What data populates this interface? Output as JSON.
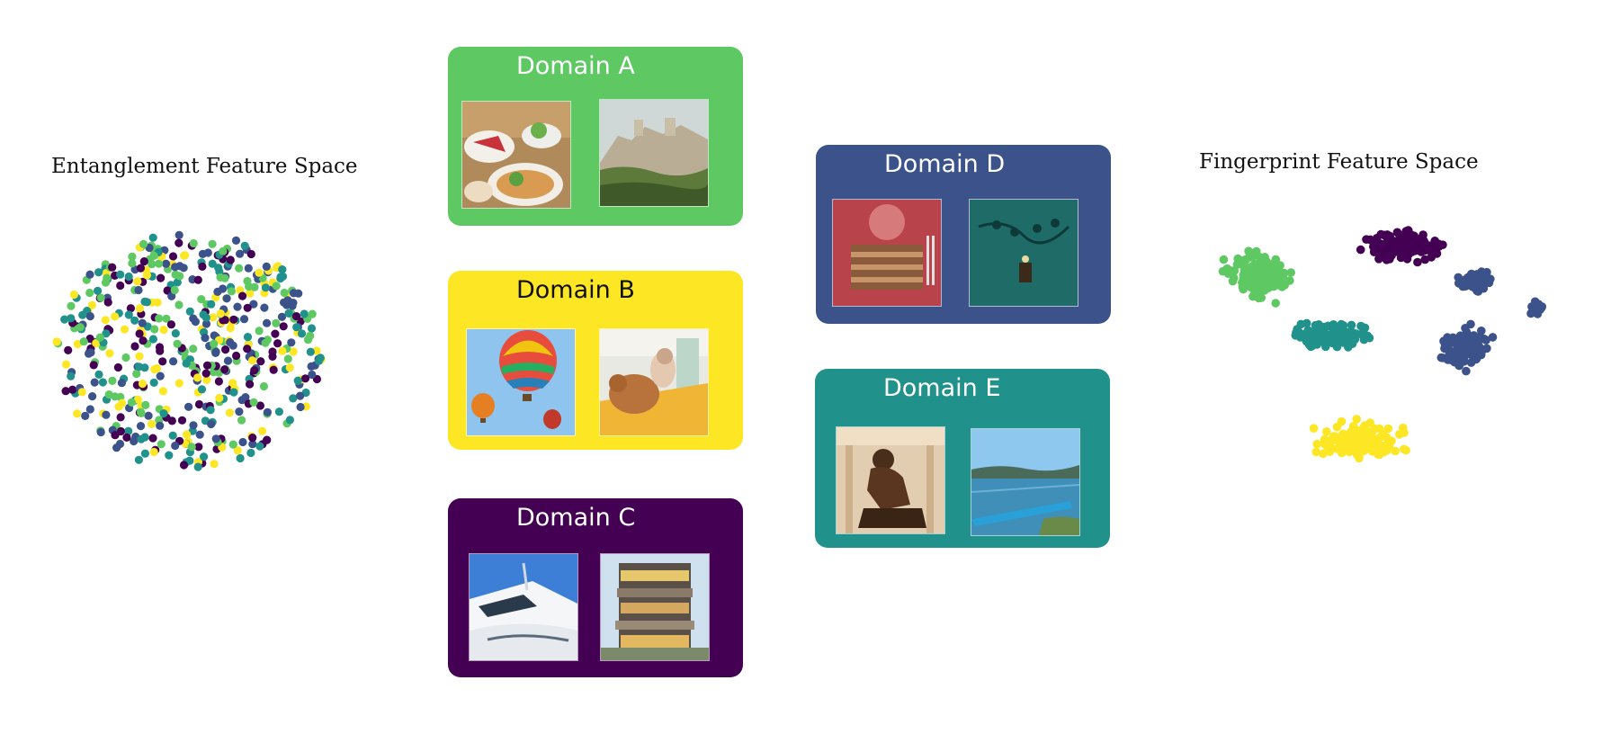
{
  "left_panel": {
    "title": "Entanglement Feature Space"
  },
  "right_panel": {
    "title": "Fingerprint Feature Space"
  },
  "domains": [
    {
      "label": "Domain A",
      "color": "#5ec962",
      "text_color": "#ffffff",
      "images": [
        "food-photo",
        "castle-landscape-photo"
      ]
    },
    {
      "label": "Domain B",
      "color": "#fde725",
      "text_color": "#111111",
      "images": [
        "hot-air-balloons-photo",
        "teddy-bear-room-photo"
      ]
    },
    {
      "label": "Domain C",
      "color": "#440154",
      "text_color": "#ffffff",
      "images": [
        "yacht-photo",
        "modern-building-photo"
      ]
    },
    {
      "label": "Domain D",
      "color": "#3b528b",
      "text_color": "#ffffff",
      "images": [
        "dinner-table-photo",
        "teal-wall-photo"
      ]
    },
    {
      "label": "Domain E",
      "color": "#21918c",
      "text_color": "#ffffff",
      "images": [
        "thinker-statue-photo",
        "lake-boat-photo"
      ]
    }
  ],
  "palette": {
    "A": "#5ec962",
    "B": "#fde725",
    "C": "#440154",
    "D": "#3b528b",
    "E": "#21918c"
  }
}
